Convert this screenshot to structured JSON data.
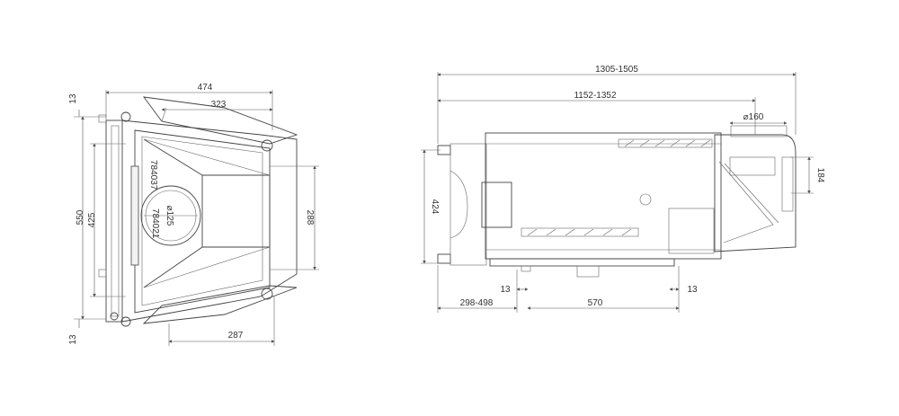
{
  "views": {
    "front": {
      "dims": {
        "top_width": "474",
        "inner_width": "323",
        "height_outer": "550",
        "height_inner": "425",
        "right_height": "288",
        "bottom_width": "287",
        "top_offset": "13",
        "bottom_offset": "13"
      },
      "labels": {
        "diameter": "⌀125",
        "part_code_1": "784037",
        "part_code_2": "784021"
      }
    },
    "side": {
      "dims": {
        "overall": "1305-1505",
        "body": "1152-1352",
        "flue_diameter": "⌀160",
        "flue_height": "184",
        "height": "424",
        "left_offset": "298-498",
        "mount_left": "13",
        "rail": "570",
        "mount_right": "13"
      }
    }
  }
}
